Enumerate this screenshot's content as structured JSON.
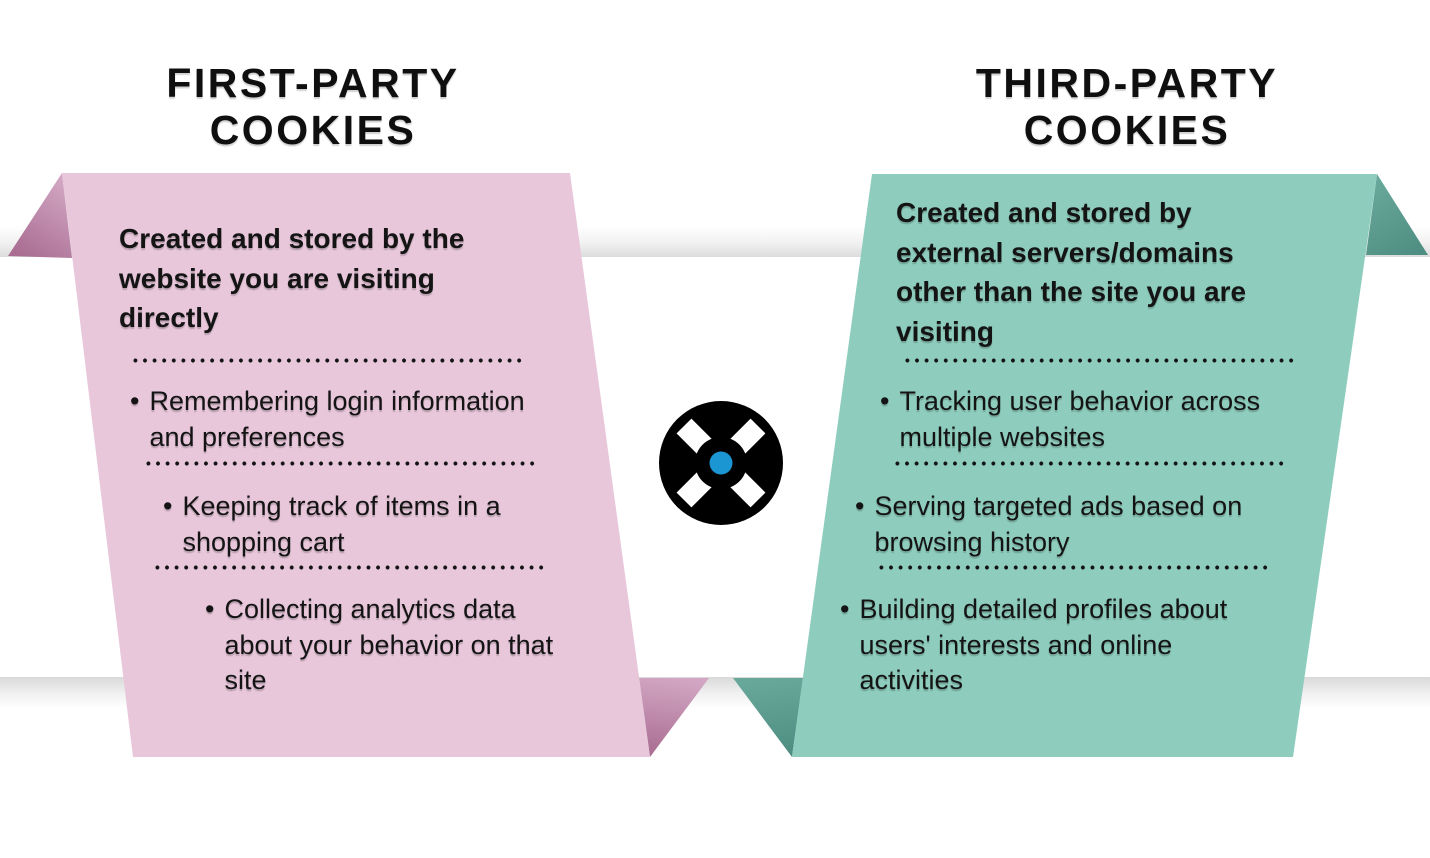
{
  "titles": {
    "left": {
      "lines": [
        "FIRST-PARTY",
        "COOKIES"
      ]
    },
    "right": {
      "lines": [
        "THIRD-PARTY",
        "COOKIES"
      ]
    }
  },
  "bullet_marker": "•",
  "left_panel": {
    "heading_lines": [
      "Created and stored by the",
      "website you are visiting",
      "directly"
    ],
    "bullets": [
      {
        "lines": [
          "Remembering login information",
          "and preferences"
        ]
      },
      {
        "lines": [
          "Keeping track of items in a",
          "shopping cart"
        ]
      },
      {
        "lines": [
          "Collecting analytics data",
          "about your behavior on that",
          "site"
        ]
      }
    ]
  },
  "right_panel": {
    "heading_lines": [
      "Created and stored by",
      "external servers/domains",
      "other than the site you are",
      "visiting"
    ],
    "bullets": [
      {
        "lines": [
          "Tracking user behavior across",
          "multiple websites"
        ]
      },
      {
        "lines": [
          "Serving targeted ads based on",
          "browsing history"
        ]
      },
      {
        "lines": [
          "Building detailed profiles about",
          "users' interests and online",
          "activities"
        ]
      }
    ]
  },
  "colors": {
    "pink_body": "#e8c7db",
    "pink_fold_light": "#d2a6c3",
    "pink_fold_dark": "#a96d92",
    "teal_body": "#8ecdbd",
    "teal_fold_light": "#68a89a",
    "teal_fold_dark": "#4e8d81",
    "band_gray": "#dedede",
    "text": "#141414",
    "logo_black": "#000000",
    "logo_blue": "#1b96d2"
  }
}
